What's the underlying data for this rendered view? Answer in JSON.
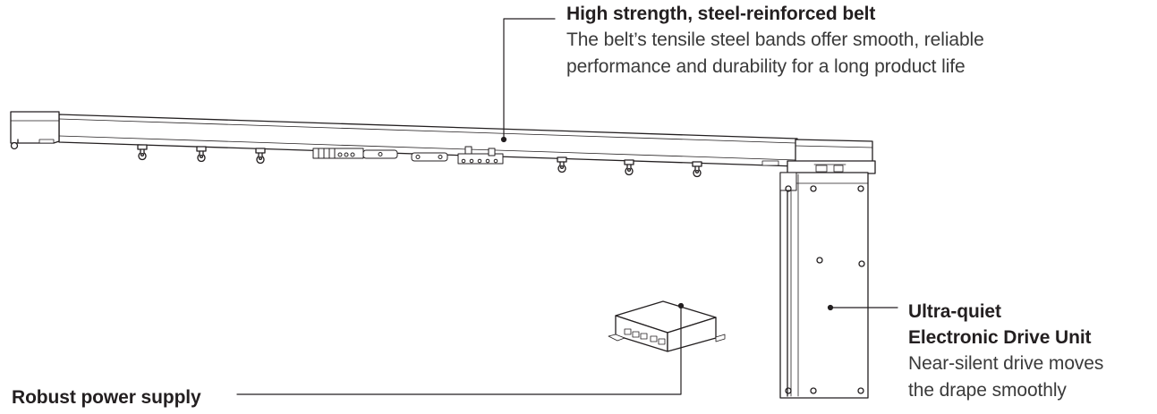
{
  "callouts": {
    "belt": {
      "title": "High strength, steel-reinforced belt",
      "desc_line1": "The belt’s tensile steel bands offer smooth, reliable",
      "desc_line2": "performance and durability for a long product life"
    },
    "drive": {
      "title_line1": "Ultra-quiet",
      "title_line2": "Electronic Drive Unit",
      "desc_line1": "Near-silent drive moves",
      "desc_line2": "the drape smoothly"
    },
    "power": {
      "title": "Robust power supply"
    }
  },
  "colors": {
    "ink": "#231f20",
    "fill": "#ffffff"
  }
}
